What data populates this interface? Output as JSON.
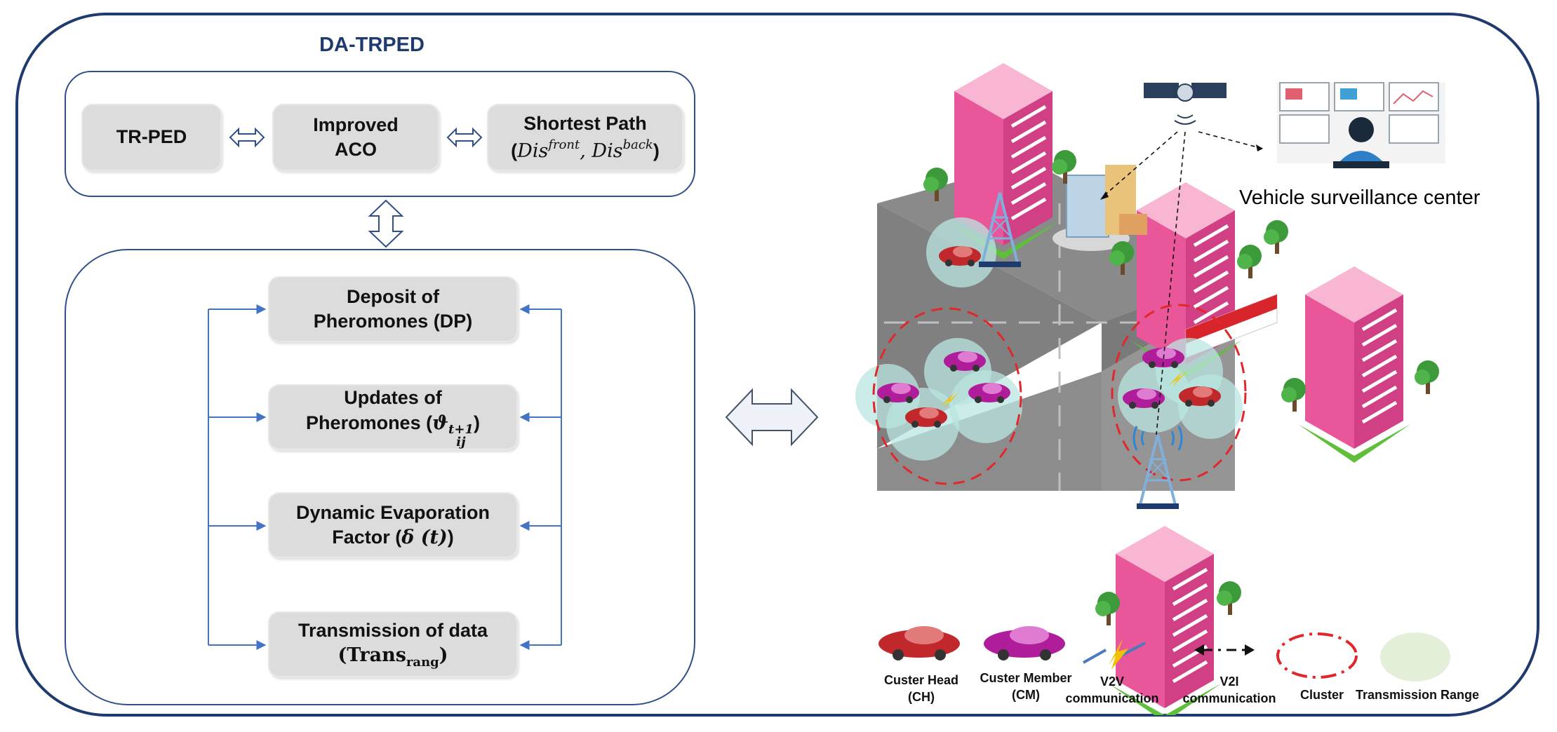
{
  "title": "DA-TRPED",
  "top_boxes": {
    "trped": "TR-PED",
    "aco_line1": "Improved",
    "aco_line2": "ACO",
    "sp_line1": "Shortest Path",
    "sp_open": "(",
    "sp_dis1": "Dis",
    "sp_sup1": "front",
    "sp_comma": ", ",
    "sp_dis2": "Dis",
    "sp_sup2": "back",
    "sp_close": ")"
  },
  "cycle_boxes": {
    "dp_line1": "Deposit of",
    "dp_line2": "Pheromones (DP)",
    "up_line1": "Updates of",
    "up_line2": "Pheromones (",
    "up_symbol": "ϑ",
    "up_sup": "t+1",
    "up_sub": "ij",
    "up_close": ")",
    "ef_line1": "Dynamic Evaporation",
    "ef_line2": "Factor (",
    "ef_symbol": "δ (t)",
    "ef_close": ")",
    "td_line1": "Transmission of data",
    "td_open": "(",
    "td_main": "Trans",
    "td_sub": "rang",
    "td_close": ")"
  },
  "scene": {
    "vehicle_surveillance_center": "Vehicle surveillance center"
  },
  "legend": {
    "ch_line1": "Custer Head",
    "ch_line2": "(CH)",
    "cm_line1": "Custer Member",
    "cm_line2": "(CM)",
    "v2v_line1": "V2V",
    "v2v_line2": "communication",
    "v2i_line1": "V2I",
    "v2i_line2": "communication",
    "cluster": "Cluster",
    "range": "Transmission Range"
  },
  "colors": {
    "frame": "#1f3a6e",
    "box_fill": "#dcdcdc",
    "flow_arrow": "#4472c4",
    "building_pink": "#e9579a",
    "ch_car": "#c0282c",
    "cm_car": "#b01d9a",
    "cluster_ring": "#e0282c",
    "range_fill": "#b9e6e0"
  }
}
